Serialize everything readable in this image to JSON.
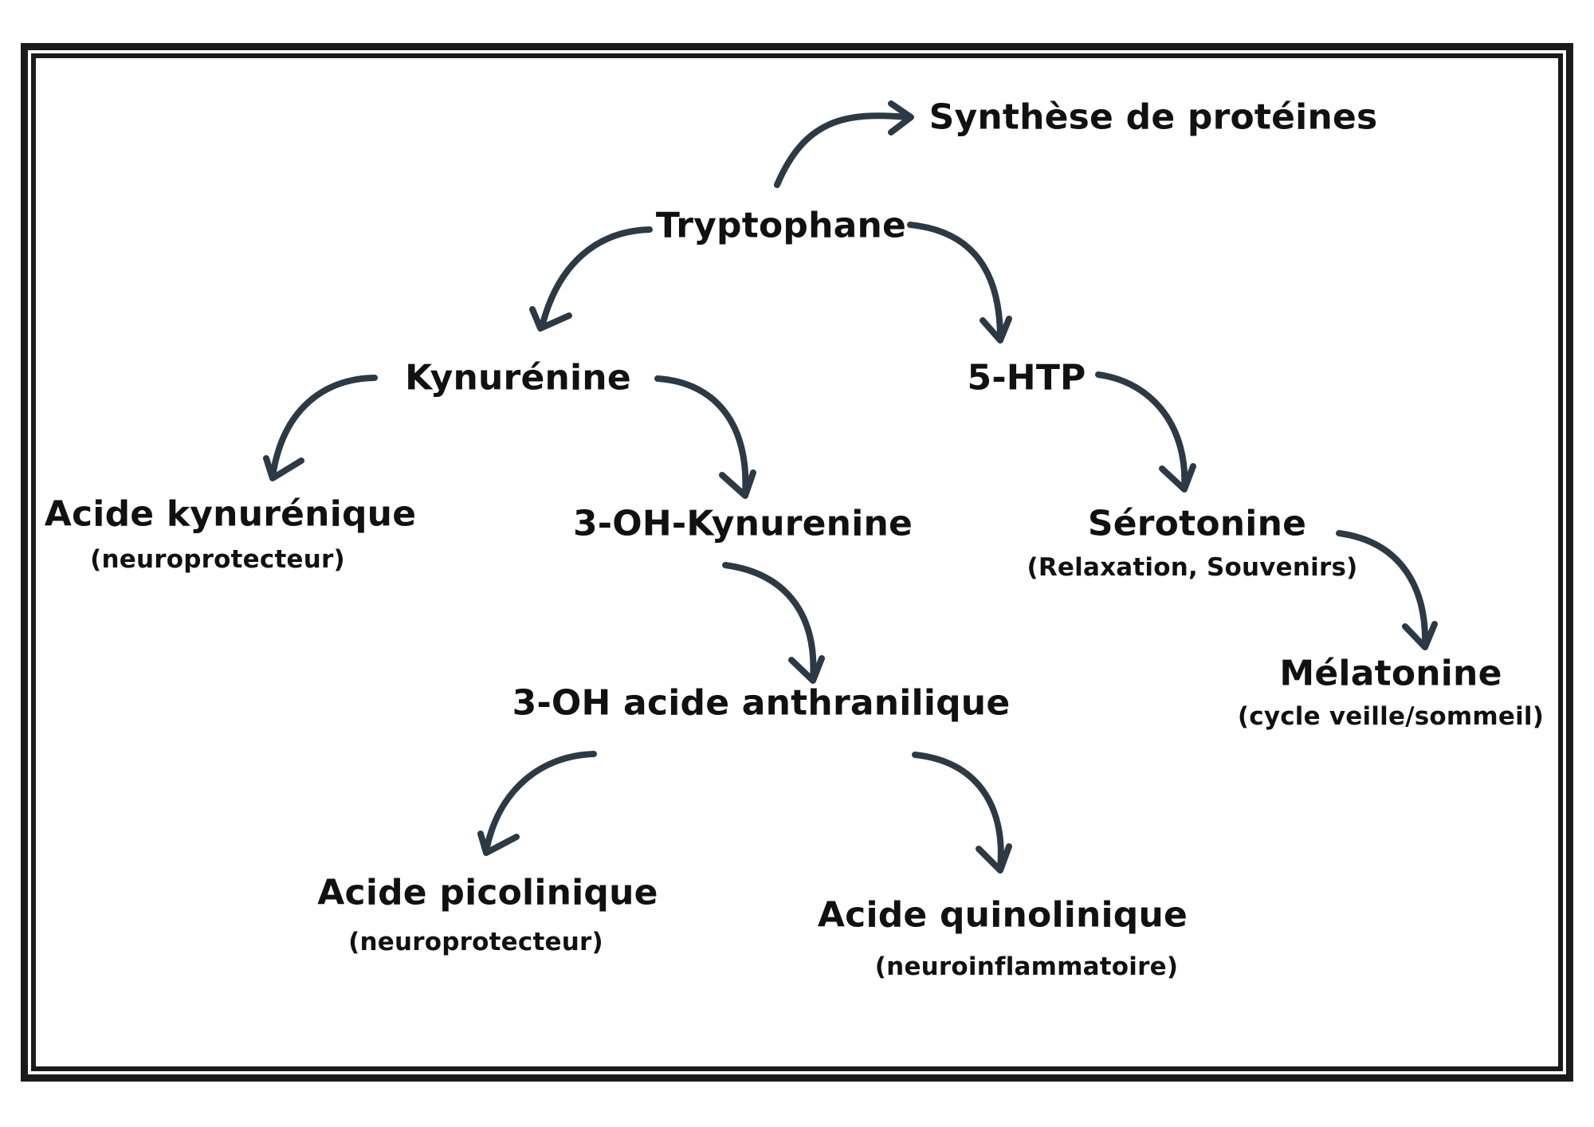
{
  "diagram": {
    "proteins": "Synthèse de protéines",
    "tryptophan": "Tryptophane",
    "kynurenine": "Kynurénine",
    "htp": "5-HTP",
    "kynurenic_acid": "Acide kynurénique",
    "kynurenic_acid_note": "(neuroprotecteur)",
    "oh_kynurenine": "3-OH-Kynurenine",
    "serotonin": "Sérotonine",
    "serotonin_note": "(Relaxation, Souvenirs)",
    "melatonin": "Mélatonine",
    "melatonin_note": "(cycle veille/sommeil)",
    "anthranilic": "3-OH acide anthranilique",
    "picolinic": "Acide picolinique",
    "picolinic_note": "(neuroprotecteur)",
    "quinolinic": "Acide quinolinique",
    "quinolinic_note": "(neuroinflammatoire)"
  },
  "colors": {
    "arrow": "#2b3a45",
    "frame": "#1b1b1b",
    "text": "#111111"
  }
}
